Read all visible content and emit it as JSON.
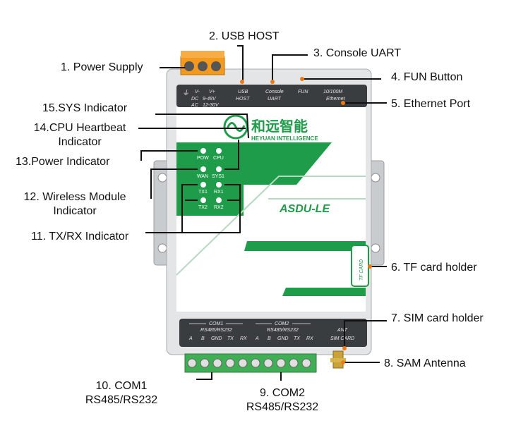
{
  "callouts": {
    "c1": "1. Power Supply",
    "c2": "2. USB HOST",
    "c3": "3. Console UART",
    "c4": "4. FUN Button",
    "c5": "5. Ethernet Port",
    "c6": "6. TF card holder",
    "c7": "7. SIM card holder",
    "c8": "8. SAM Antenna",
    "c9_line1": "9. COM2",
    "c9_line2": "RS485/RS232",
    "c10_line1": "10. COM1",
    "c10_line2": "RS485/RS232",
    "c11": "11. TX/RX Indicator",
    "c12_line1": "12. Wireless Module",
    "c12_line2": "Indicator",
    "c13": "13.Power Indicator",
    "c14_line1": "14.CPU Heartbeat",
    "c14_line2": "Indicator",
    "c15": "15.SYS Indicator"
  },
  "device": {
    "top_panel": {
      "v_minus": "V-",
      "v_plus": "V+",
      "dc": "DC",
      "dc_range": "9-48V",
      "ac": "AC",
      "ac_range": "12-30V",
      "usb_line1": "USB",
      "usb_line2": "HOST",
      "console_line1": "Console",
      "console_line2": "UART",
      "fun": "FUN",
      "eth_line1": "10/100M",
      "eth_line2": "Ethernet"
    },
    "brand_cn": "和远智能",
    "brand_en": "HEYUAN INTELLIGENCE",
    "model": "ASDU-LE",
    "tf_card": "TF CARD",
    "leds": [
      "POW",
      "CPU",
      "WAN",
      "SYS1",
      "TX1",
      "RX1",
      "TX2",
      "RX2"
    ],
    "com1": {
      "title": "COM1",
      "sub": "RS485/RS232",
      "pins": [
        "A",
        "B",
        "GND",
        "TX",
        "RX"
      ]
    },
    "com2": {
      "title": "COM2",
      "sub": "RS485/RS232",
      "pins": [
        "A",
        "B",
        "GND",
        "TX",
        "RX"
      ]
    },
    "ant": "ANT",
    "sim": "SIM CARD"
  },
  "colors": {
    "brand_green": "#1f9c4a",
    "panel_dark": "#3a3d40",
    "body_gray": "#e3e5e6",
    "callout_dot": "#f07a12",
    "terminal_orange": "#f39a1e",
    "terminal_green": "#3fae55"
  }
}
